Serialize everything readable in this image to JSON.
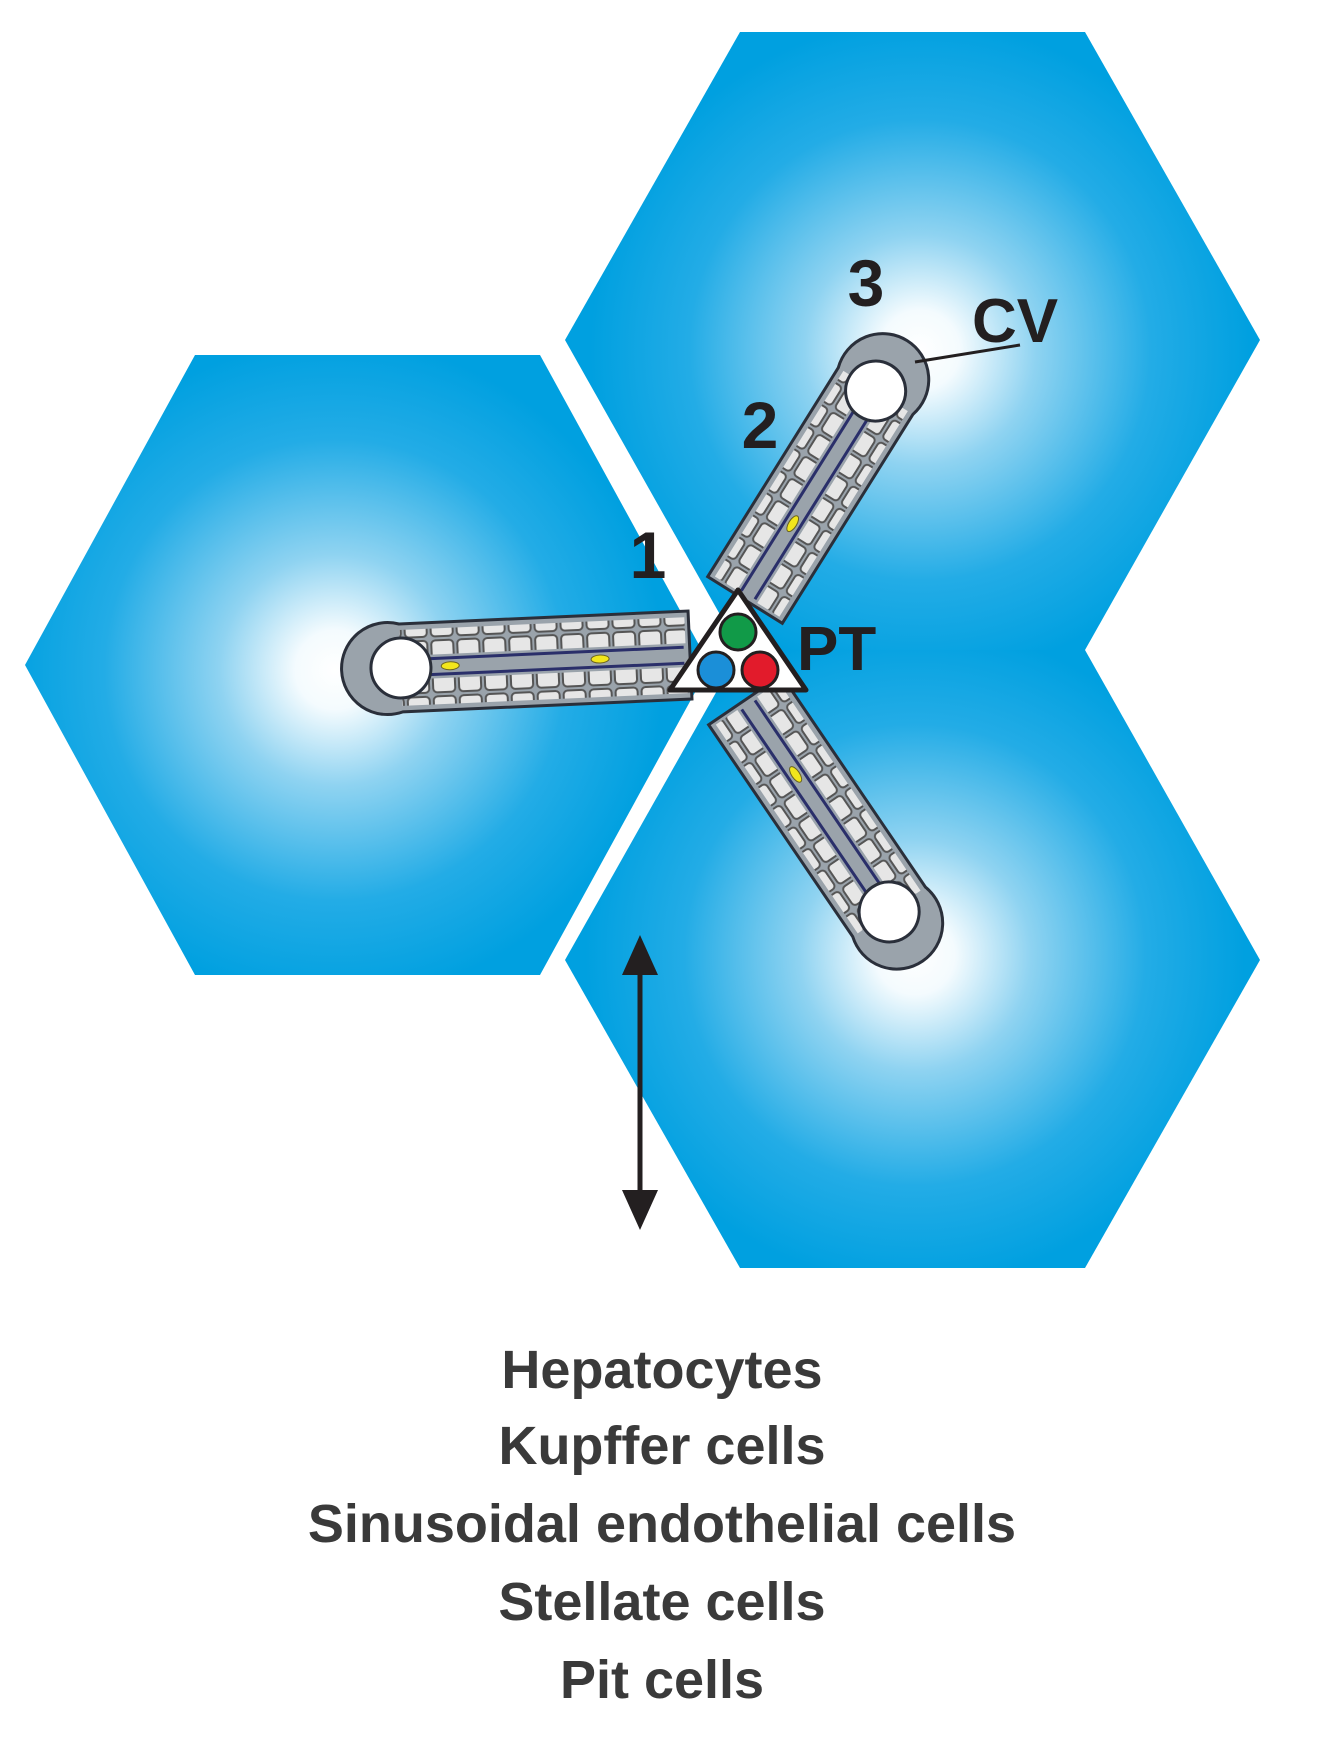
{
  "labels": {
    "zone_1": "1",
    "zone_2": "2",
    "zone_3": "3",
    "central_vein": "CV",
    "portal_triad": "PT"
  },
  "cell_types": [
    "Hepatocytes",
    "Kupffer cells",
    "Sinusoidal endothelial cells",
    "Stellate cells",
    "Pit cells"
  ],
  "colors": {
    "lobule_edge": "#00a0e0",
    "lobule_center": "#ffffff",
    "hepatocyte_fill": "#e6e6e6",
    "hepatocyte_stroke": "#555555",
    "vessel_green": "#119a48",
    "vessel_blue": "#1b8fd8",
    "vessel_red": "#e21b2b",
    "stellate_yellow": "#f2e61c",
    "text": "#231f20"
  },
  "icons": {
    "arrow": "double-headed-vertical-arrow",
    "portal_triad": "triangle-with-three-vessels"
  }
}
